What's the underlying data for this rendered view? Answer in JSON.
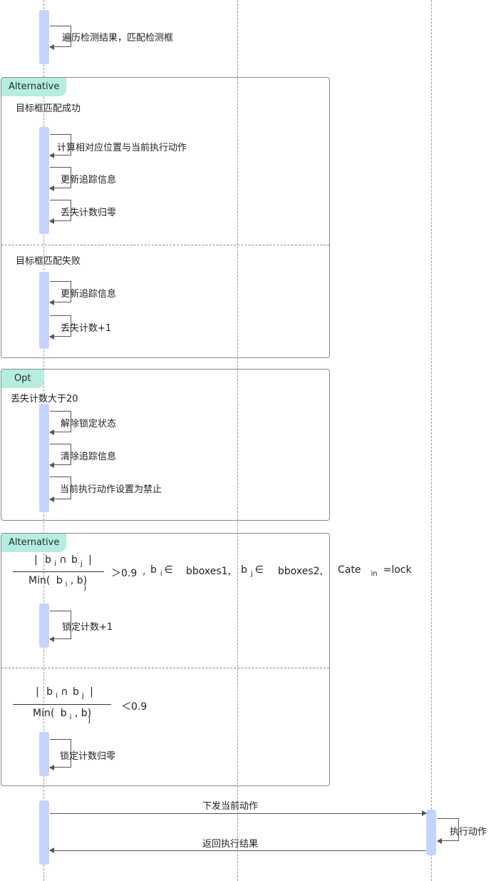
{
  "self_messages": [
    {
      "id": "m1",
      "label": "遍历检测结果，匹配检测框"
    },
    {
      "id": "m2",
      "label": "计算相对应位置与当前执行动作"
    },
    {
      "id": "m3",
      "label": "更新追踪信息"
    },
    {
      "id": "m4",
      "label": "丢失计数归零"
    },
    {
      "id": "m5",
      "label": "更新追踪信息"
    },
    {
      "id": "m6",
      "label": "丢失计数+1"
    },
    {
      "id": "m7",
      "label": "解除锁定状态"
    },
    {
      "id": "m8",
      "label": "清除追踪信息"
    },
    {
      "id": "m9",
      "label": "当前执行动作设置为禁止"
    },
    {
      "id": "m10",
      "label": "锁定计数+1"
    },
    {
      "id": "m11",
      "label": "锁定计数归零"
    },
    {
      "id": "m12",
      "label": "执行动作"
    }
  ],
  "frames": {
    "alt1": {
      "tag": "Alternative",
      "guard_a": "目标框匹配成功",
      "guard_b": "目标框匹配失败"
    },
    "opt": {
      "tag": "Opt",
      "guard": "丢失计数大于20"
    },
    "alt2": {
      "tag": "Alternative",
      "guard_a": {
        "num_bar_l": "|",
        "num_b": "b",
        "num_i": "i",
        "num_cap": "∩",
        "num_b2": "b",
        "num_j": "j",
        "num_bar_r": "|",
        "den_min": "Min(",
        "den_b": "b",
        "den_i": "i",
        "den_comma": ",",
        "den_b2": "b",
        "den_close": ")",
        "den_j": "j",
        "cmp": "＞0.9",
        "sep1": ",",
        "cond_b": "b",
        "cond_i": "i",
        "cond_in": "∈",
        "cond_set": "bboxes1,",
        "cond_b2": "b",
        "cond_j": "j",
        "cond_in2": "∈",
        "cond_set2": "bboxes2,",
        "cate": "Cate",
        "cate_sub": "in",
        "cate_val": "=lock"
      },
      "guard_b": {
        "num_bar_l": "|",
        "num_b": "b",
        "num_i": "i",
        "num_cap": "∩",
        "num_b2": "b",
        "num_j": "j",
        "num_bar_r": "|",
        "den_min": "Min(",
        "den_b": "b",
        "den_i": "i",
        "den_comma": ",",
        "den_b2": "b",
        "den_close": ")",
        "den_j": "j",
        "cmp": "＜0.9"
      }
    }
  },
  "messages": {
    "send": "下发当前动作",
    "reply": "返回执行结果"
  },
  "colors": {
    "activation": "#c5d3ff",
    "frame_tag": "#b3eee0",
    "lifeline": "#9a9a9a"
  }
}
